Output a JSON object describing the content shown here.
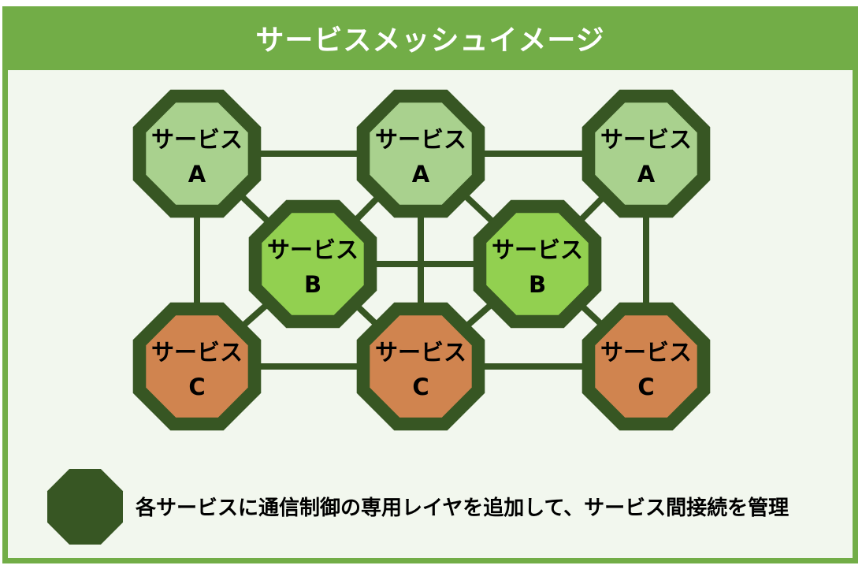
{
  "title": "サービスメッシュイメージ",
  "services": [
    {
      "row": 0,
      "col": 0,
      "name": "サービス",
      "letter": "A",
      "color": "#a9d18e"
    },
    {
      "row": 0,
      "col": 1,
      "name": "サービス",
      "letter": "A",
      "color": "#a9d18e"
    },
    {
      "row": 0,
      "col": 2,
      "name": "サービス",
      "letter": "A",
      "color": "#a9d18e"
    },
    {
      "row": 1,
      "col": 0,
      "name": "サービス",
      "letter": "B",
      "color": "#92d050"
    },
    {
      "row": 1,
      "col": 1,
      "name": "サービス",
      "letter": "B",
      "color": "#92d050"
    },
    {
      "row": 2,
      "col": 0,
      "name": "サービス",
      "letter": "C",
      "color": "#d0844f"
    },
    {
      "row": 2,
      "col": 1,
      "name": "サービス",
      "letter": "C",
      "color": "#d0844f"
    },
    {
      "row": 2,
      "col": 2,
      "name": "サービス",
      "letter": "C",
      "color": "#d0844f"
    }
  ],
  "legend": {
    "text": "各サービスに通信制御の専用レイヤを追加して、サービス間接続を管理",
    "swatch_color": "#375623"
  },
  "colors": {
    "mesh_line": "#375623",
    "frame": "#72ad47",
    "background": "#f2f7ee"
  }
}
